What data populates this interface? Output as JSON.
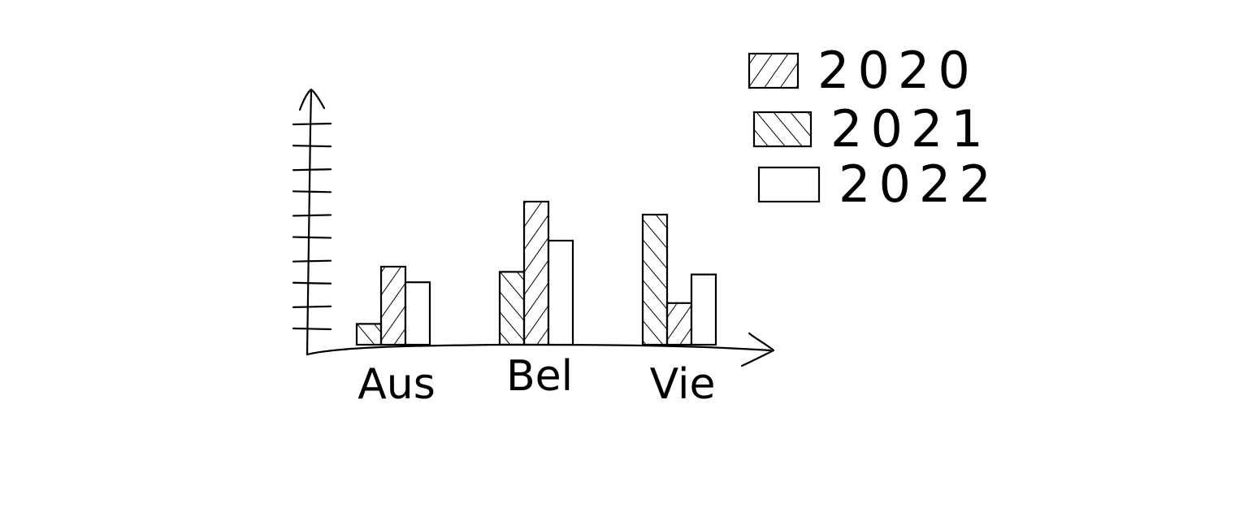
{
  "chart_data": {
    "type": "bar",
    "categories": [
      "Aus",
      "Bel",
      "Vie"
    ],
    "series": [
      {
        "name": "2020",
        "pattern": "hatch-forward",
        "values": [
          3.0,
          5.5,
          1.6
        ]
      },
      {
        "name": "2021",
        "pattern": "hatch-backward",
        "values": [
          0.8,
          2.8,
          5.0
        ]
      },
      {
        "name": "2022",
        "pattern": "none",
        "values": [
          2.4,
          4.0,
          2.7
        ]
      }
    ],
    "ylim": [
      0,
      8.5
    ],
    "yticks_count": 10,
    "ytick_labels": [],
    "title": "",
    "xlabel": "",
    "ylabel": "",
    "legend_position": "top-right",
    "grid": false,
    "style": "hand-drawn sketch",
    "ink_color": "#000000",
    "background_color": "#ffffff"
  }
}
